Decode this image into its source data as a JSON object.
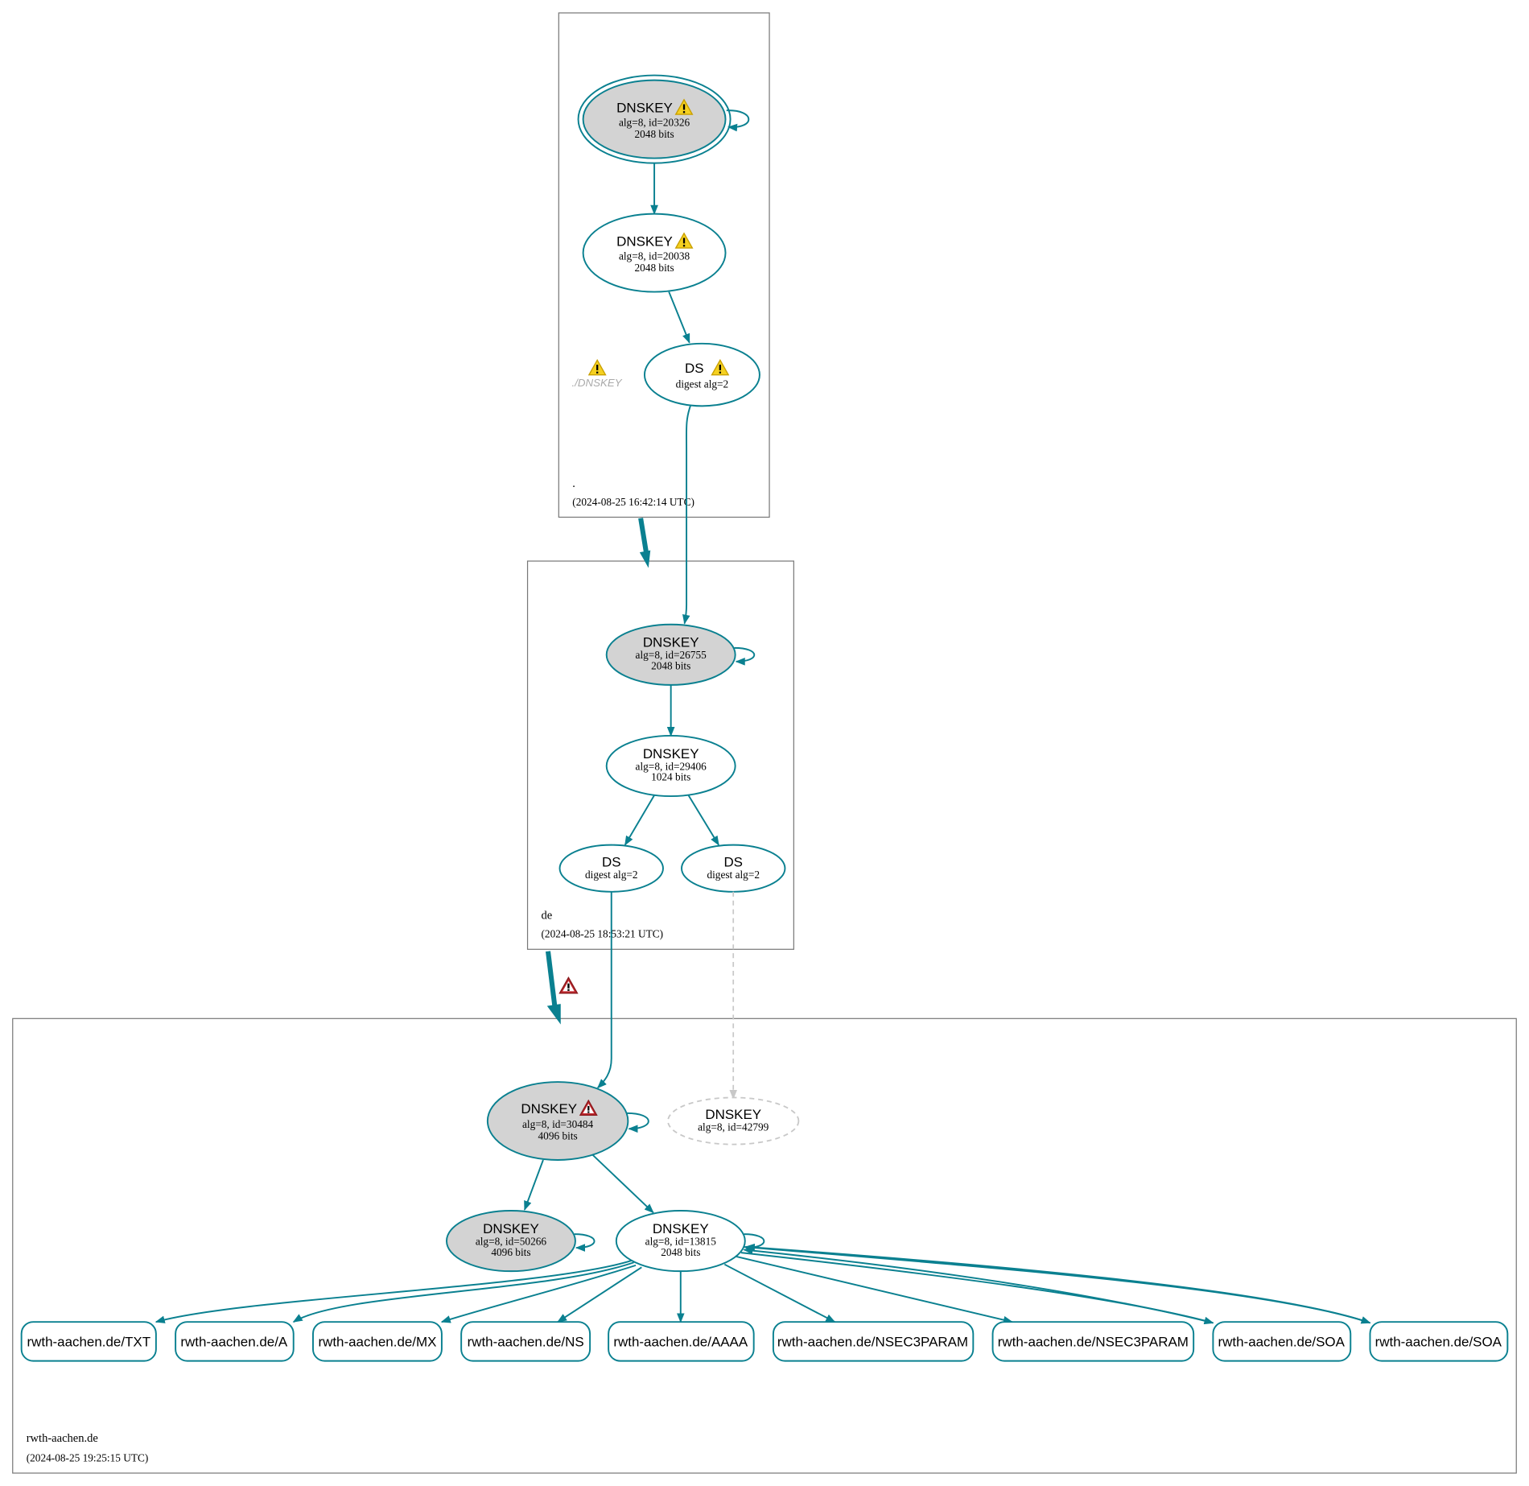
{
  "colors": {
    "edge": "#0a8090",
    "ksk_fill": "#d3d3d3",
    "warning": "#f2c200",
    "error": "#c0282d"
  },
  "zones": {
    "root": {
      "name": ".",
      "timestamp": "(2024-08-25 16:42:14 UTC)",
      "ksk": {
        "type": "DNSKEY",
        "detail": "alg=8, id=20326",
        "bits": "2048 bits",
        "status": "warning"
      },
      "zsk": {
        "type": "DNSKEY",
        "detail": "alg=8, id=20038",
        "bits": "2048 bits",
        "status": "warning"
      },
      "ds": {
        "type": "DS",
        "detail": "digest alg=2",
        "status": "warning"
      },
      "orphan_warning": "./DNSKEY"
    },
    "de": {
      "name": "de",
      "timestamp": "(2024-08-25 18:53:21 UTC)",
      "ksk": {
        "type": "DNSKEY",
        "detail": "alg=8, id=26755",
        "bits": "2048 bits"
      },
      "zsk": {
        "type": "DNSKEY",
        "detail": "alg=8, id=29406",
        "bits": "1024 bits"
      },
      "ds1": {
        "type": "DS",
        "detail": "digest alg=2"
      },
      "ds2": {
        "type": "DS",
        "detail": "digest alg=2"
      },
      "delegation_status": "error"
    },
    "rwth": {
      "name": "rwth-aachen.de",
      "timestamp": "(2024-08-25 19:25:15 UTC)",
      "ksk": {
        "type": "DNSKEY",
        "detail": "alg=8, id=30484",
        "bits": "4096 bits",
        "status": "error"
      },
      "missing": {
        "type": "DNSKEY",
        "detail": "alg=8, id=42799"
      },
      "ksk2": {
        "type": "DNSKEY",
        "detail": "alg=8, id=50266",
        "bits": "4096 bits"
      },
      "zsk": {
        "type": "DNSKEY",
        "detail": "alg=8, id=13815",
        "bits": "2048 bits"
      },
      "records": [
        "rwth-aachen.de/TXT",
        "rwth-aachen.de/A",
        "rwth-aachen.de/MX",
        "rwth-aachen.de/NS",
        "rwth-aachen.de/AAAA",
        "rwth-aachen.de/NSEC3PARAM",
        "rwth-aachen.de/NSEC3PARAM",
        "rwth-aachen.de/SOA",
        "rwth-aachen.de/SOA"
      ]
    }
  }
}
